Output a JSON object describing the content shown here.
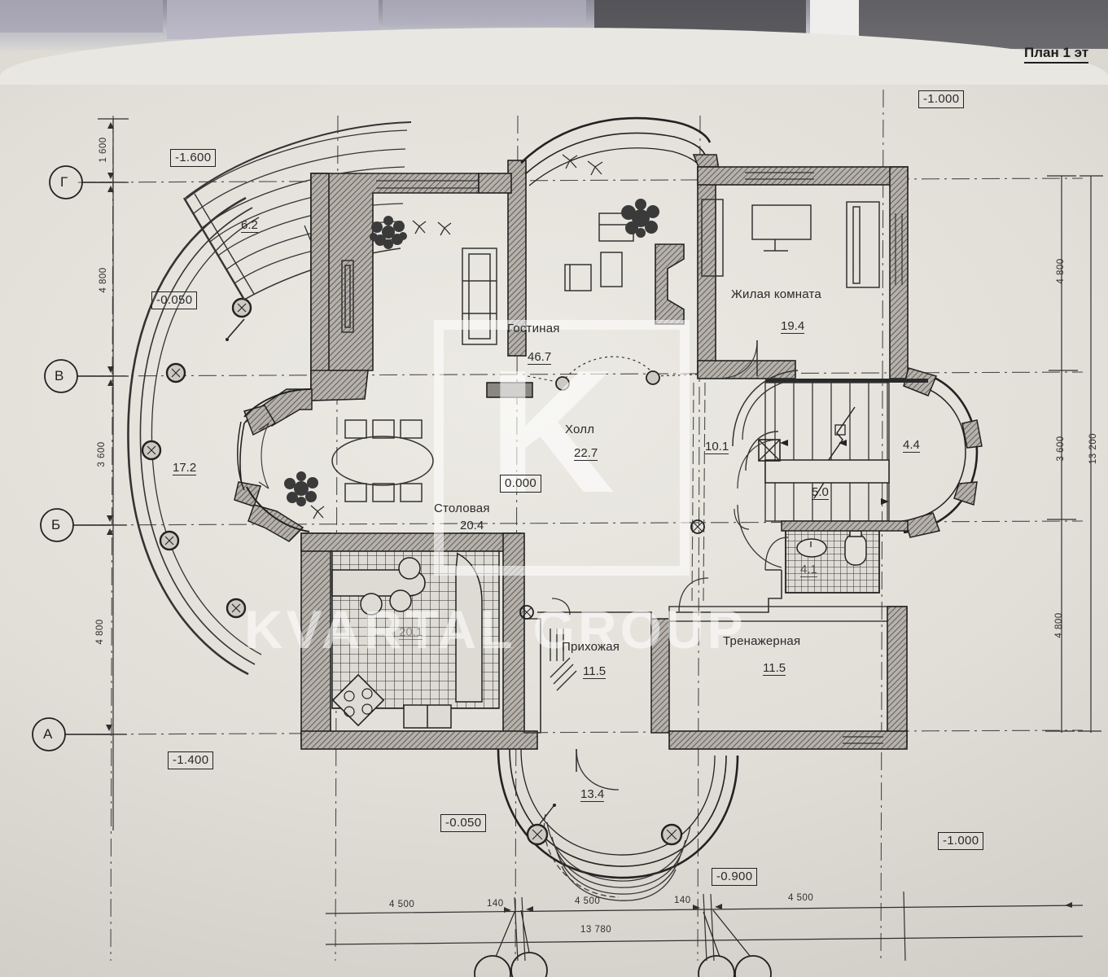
{
  "document": {
    "title": "План 1 эт",
    "watermark_letter": "K",
    "watermark_text": "KVARTAL GROUP"
  },
  "axes": {
    "vertical_letters": [
      "Г",
      "В",
      "Б",
      "А"
    ],
    "left_dimensions": [
      "1 600",
      "4 800",
      "3 600",
      "4 800"
    ],
    "right_dimensions": [
      "4 800",
      "3 600",
      "4 800"
    ],
    "right_total": "13 200",
    "bottom_dimensions": [
      "4 500",
      "140",
      "4 500",
      "140",
      "4 500"
    ],
    "bottom_total": "13 780"
  },
  "elevations": [
    {
      "value": "-1.000",
      "pos": "top-right"
    },
    {
      "value": "-1.600",
      "pos": "top-left"
    },
    {
      "value": "-0.050",
      "pos": "left-terrace"
    },
    {
      "value": "0.000",
      "pos": "hall"
    },
    {
      "value": "-1.400",
      "pos": "bottom-left"
    },
    {
      "value": "-0.050",
      "pos": "bottom-entry-left"
    },
    {
      "value": "-0.900",
      "pos": "bottom-entry-right"
    },
    {
      "value": "-1.000",
      "pos": "bottom-right"
    }
  ],
  "rooms": [
    {
      "name": "Гостиная",
      "area": "46.7"
    },
    {
      "name": "Холл",
      "area": "22.7"
    },
    {
      "name": "Столовая",
      "area": "20.4"
    },
    {
      "name": "Жилая комната",
      "area": "19.4"
    },
    {
      "name": "Прихожая",
      "area": "11.5"
    },
    {
      "name": "Тренажерная",
      "area": "11.5"
    }
  ],
  "unnamed_areas": [
    {
      "label": "6.2",
      "note": "terrace-stairs"
    },
    {
      "label": "17.2",
      "note": "terrace"
    },
    {
      "label": "20.1",
      "note": "kitchen"
    },
    {
      "label": "10.1",
      "note": "corridor"
    },
    {
      "label": "4.4",
      "note": "stair-bay"
    },
    {
      "label": "5.0",
      "note": "staircase"
    },
    {
      "label": "4.1",
      "note": "bathroom"
    },
    {
      "label": "13.4",
      "note": "entry-porch"
    }
  ]
}
